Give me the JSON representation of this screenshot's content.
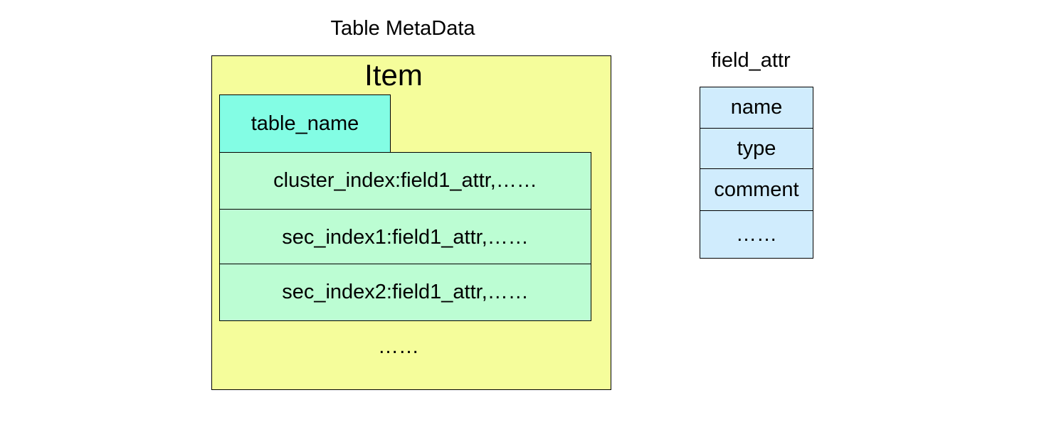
{
  "title": "Table MetaData",
  "item": {
    "label": "Item",
    "table_name": "table_name",
    "indexes": [
      "cluster_index:field1_attr,……",
      "sec_index1:field1_attr,……",
      "sec_index2:field1_attr,……"
    ],
    "ellipsis": "……"
  },
  "field_attr": {
    "title": "field_attr",
    "rows": [
      "name",
      "type",
      "comment",
      "……"
    ]
  },
  "colors": {
    "item_background": "#f5fd9b",
    "table_name_background": "#83fde4",
    "index_background": "#bcfdd3",
    "field_attr_background": "#d0ecfd",
    "border": "#000000"
  }
}
